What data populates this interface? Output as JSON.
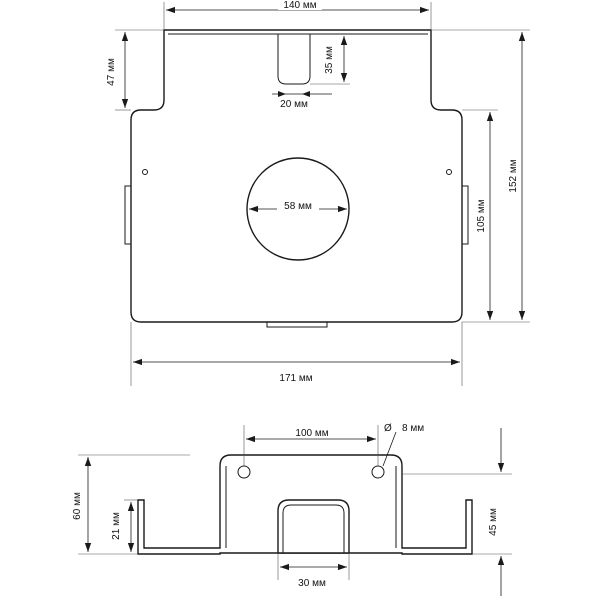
{
  "top_view": {
    "width_top": "140 мм",
    "height_top_tab": "47 мм",
    "slot_depth": "35 мм",
    "slot_width": "20 мм",
    "hole_diameter": "58 мм",
    "inner_height": "105 мм",
    "total_height": "152 мм",
    "total_width": "171 мм"
  },
  "bottom_view": {
    "hole_spacing": "100 мм",
    "mount_hole_diameter": "8 мм",
    "diameter_symbol": "Ø",
    "total_height": "60 мм",
    "side_height": "21 мм",
    "right_height": "45 мм",
    "slot_width": "30 мм"
  }
}
